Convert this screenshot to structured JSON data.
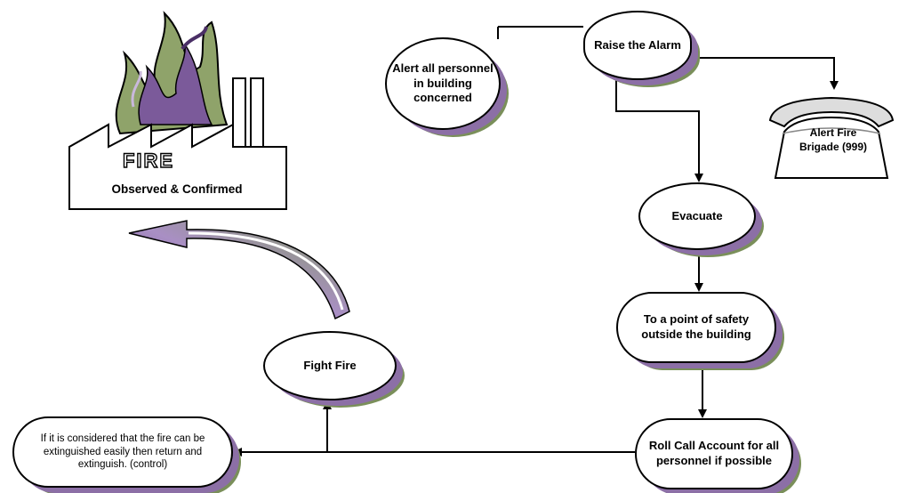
{
  "fire": {
    "title": "FIRE",
    "caption": "Observed & Confirmed"
  },
  "nodes": {
    "raise_alarm": "Raise the Alarm",
    "alert_all": "Alert all personnel in building concerned",
    "fire_brigade": "Alert Fire Brigade (999)",
    "evacuate": "Evacuate",
    "safety_point": "To a point of safety outside the building",
    "roll_call": "Roll Call Account for all personnel if possible",
    "fight_fire": "Fight Fire",
    "extinguish_note": "If it is considered that the fire can be extinguished easily then return and extinguish. (control)"
  },
  "colors": {
    "line": "#000000",
    "shadow_purple": "#8c6fa6",
    "shadow_green": "#7a8f5a",
    "flame_green": "#6f8c4e",
    "flame_purple": "#7b5a9a"
  },
  "icons": [
    "factory-fire-icon",
    "telephone-icon",
    "curved-arrow-icon"
  ]
}
